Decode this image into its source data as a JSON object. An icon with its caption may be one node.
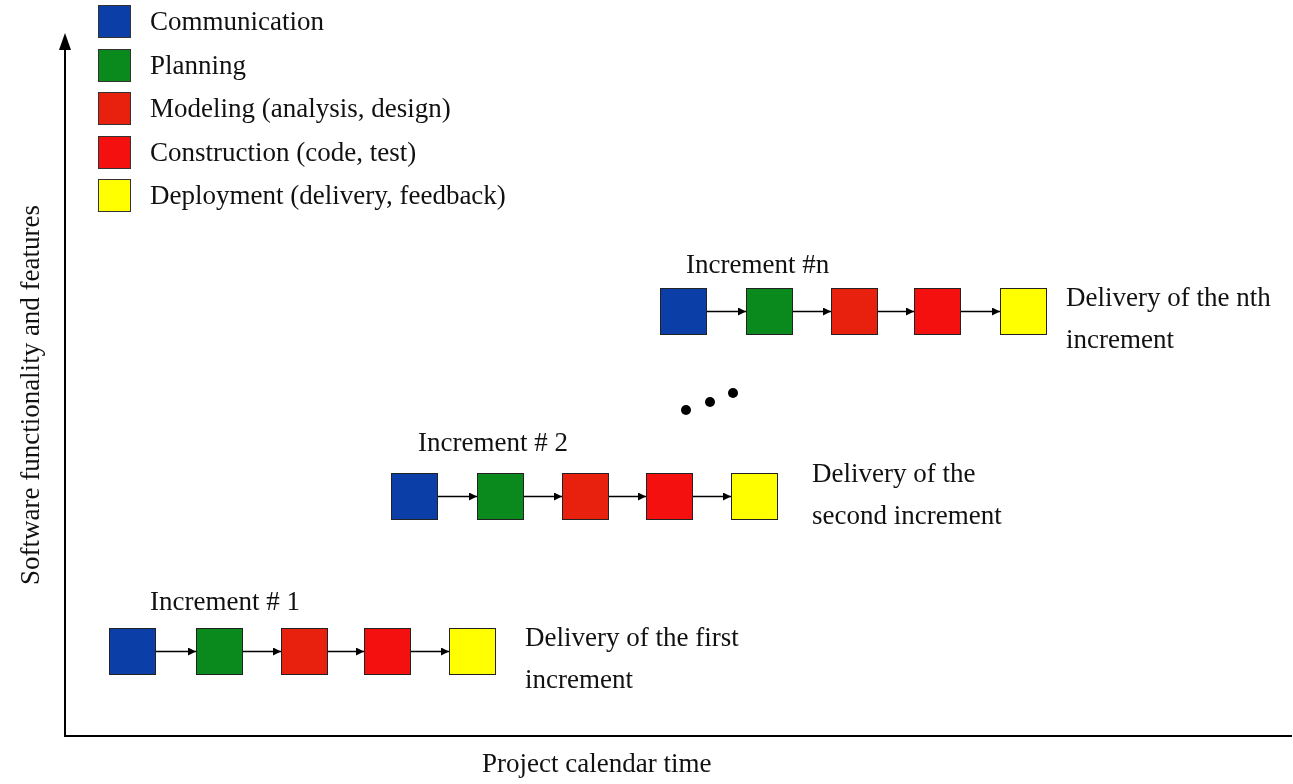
{
  "diagram": {
    "nodes": [
      {
        "text": [],
        "shape": "box"
      },
      {
        "text": [],
        "shape": "box"
      },
      {
        "text": [],
        "shape": "box"
      },
      {
        "text": [],
        "shape": "box"
      },
      {
        "text": [],
        "shape": "box"
      },
      {
        "text": [],
        "shape": "box"
      },
      {
        "text": [],
        "shape": "box"
      },
      {
        "text": [],
        "shape": "box"
      },
      {
        "text": [],
        "shape": "box"
      },
      {
        "text": [],
        "shape": "box"
      },
      {
        "text": [],
        "shape": "box"
      },
      {
        "text": [],
        "shape": "box"
      },
      {
        "text": [],
        "shape": "box"
      },
      {
        "text": [],
        "shape": "box"
      },
      {
        "text": [],
        "shape": "box"
      }
    ],
    "edges": [
      {
        "from": 0,
        "to": 1,
        "arrow": "to"
      },
      {
        "from": 1,
        "to": 2,
        "arrow": "to"
      },
      {
        "from": 2,
        "to": 3,
        "arrow": "to"
      },
      {
        "from": 3,
        "to": 4,
        "arrow": "to"
      },
      {
        "from": 5,
        "to": 6,
        "arrow": "to"
      },
      {
        "from": 6,
        "to": 7,
        "arrow": "to"
      },
      {
        "from": 7,
        "to": 8,
        "arrow": "to"
      },
      {
        "from": 8,
        "to": 9,
        "arrow": "to"
      },
      {
        "from": 10,
        "to": 11,
        "arrow": "to"
      },
      {
        "from": 11,
        "to": 12,
        "arrow": "to"
      },
      {
        "from": 12,
        "to": 13,
        "arrow": "to"
      },
      {
        "from": 13,
        "to": 14,
        "arrow": "to"
      }
    ],
    "labels": [
      "Increment #n",
      "Delivery of the nth increment",
      "Increment # 2",
      "Delivery of the second increment",
      "Increment # 1",
      "Delivery of the first increment",
      "Software functionality and features",
      "Project calendar time"
    ],
    "legend": [
      {
        "text": "Communication",
        "color": "#0b3ea6"
      },
      {
        "text": "Planning",
        "color": "#0a8a1c"
      },
      {
        "text": "Modeling (analysis, design)",
        "color": "#e8200e"
      },
      {
        "text": "Construction (code, test)",
        "color": "#f51010"
      },
      {
        "text": "Deployment (delivery, feedback)",
        "color": "#ffff00"
      }
    ]
  }
}
